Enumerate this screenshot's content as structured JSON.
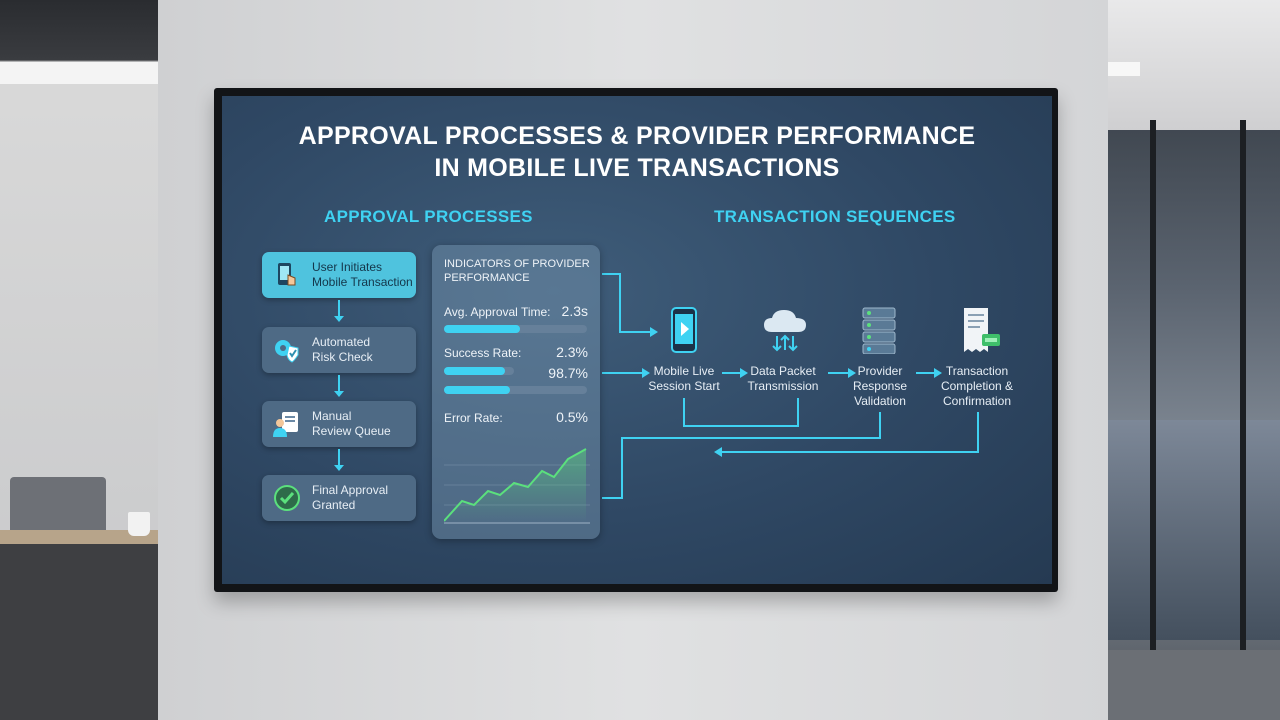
{
  "screen": {
    "title_line1": "APPROVAL PROCESSES & PROVIDER PERFORMANCE",
    "title_line2": "IN MOBILE LIVE TRANSACTIONS",
    "left_heading": "APPROVAL PROCESSES",
    "right_heading": "TRANSACTION SEQUENCES",
    "accent_color": "#3fd2f2"
  },
  "approval_steps": [
    {
      "line1": "User Initiates",
      "line2": "Mobile Transaction",
      "icon": "phone-tap-icon"
    },
    {
      "line1": "Automated",
      "line2": "Risk Check",
      "icon": "gear-shield-icon"
    },
    {
      "line1": "Manual",
      "line2": "Review Queue",
      "icon": "reviewer-icon"
    },
    {
      "line1": "Final Approval",
      "line2": "Granted",
      "icon": "checkmark-circle-icon"
    }
  ],
  "performance_panel": {
    "heading_line1": "INDICATORS OF PROVIDER",
    "heading_line2": "PERFORMANCE",
    "avg_approval_label": "Avg. Approval Time:",
    "avg_approval_value": "2.3s",
    "avg_approval_bar_fraction": 0.53,
    "success_label": "Success Rate:",
    "success_value_a": "2.3%",
    "success_value_b": "98.7%",
    "success_bar1_fraction": 0.43,
    "success_bar2_fraction": 0.46,
    "error_label": "Error Rate:",
    "error_value": "0.5%"
  },
  "sequence_steps": [
    {
      "line1": "Mobile Live",
      "line2": "Session Start",
      "line3": "",
      "icon": "mobile-video-icon"
    },
    {
      "line1": "Data Packet",
      "line2": "Transmission",
      "line3": "",
      "icon": "cloud-transfer-icon"
    },
    {
      "line1": "Provider",
      "line2": "Response",
      "line3": "Validation",
      "icon": "server-rack-icon"
    },
    {
      "line1": "Transaction",
      "line2": "Completion &",
      "line3": "Confirmation",
      "icon": "receipt-icon"
    }
  ]
}
